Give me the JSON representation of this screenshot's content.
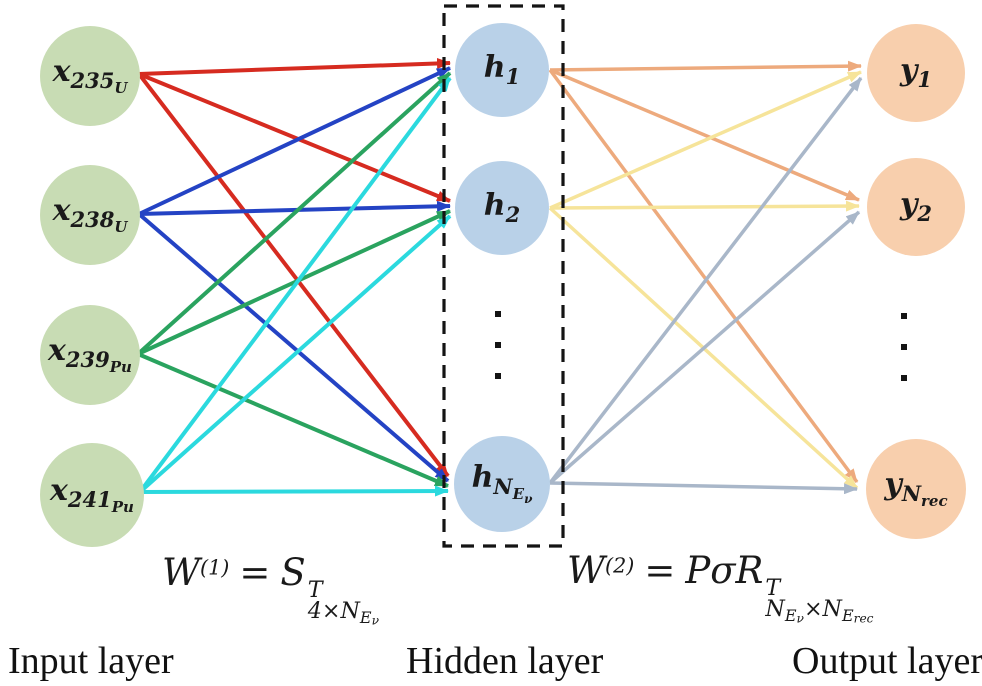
{
  "diagram": {
    "nodes": {
      "input": [
        {
          "base": "x",
          "sub": "235",
          "sub2": "U"
        },
        {
          "base": "x",
          "sub": "238",
          "sub2": "U"
        },
        {
          "base": "x",
          "sub": "239",
          "sub2": "Pu"
        },
        {
          "base": "x",
          "sub": "241",
          "sub2": "Pu"
        }
      ],
      "hidden": [
        {
          "base": "h",
          "sub": "1"
        },
        {
          "base": "h",
          "sub": "2"
        },
        {
          "base": "h",
          "sub": "N",
          "sub2": "E",
          "sub3": "ν"
        }
      ],
      "output": [
        {
          "base": "y",
          "sub": "1"
        },
        {
          "base": "y",
          "sub": "2"
        },
        {
          "base": "y",
          "sub": "N",
          "sub2": "rec"
        }
      ]
    },
    "formulas": {
      "w1": {
        "lhs": "W",
        "lhs_sup": "(1)",
        "eq": "=",
        "rhs": "S",
        "rhs_sup": "T",
        "sub1": "4×N",
        "sub2": "E",
        "sub3": "ν"
      },
      "w2": {
        "lhs": "W",
        "lhs_sup": "(2)",
        "eq": "=",
        "rhs": "PσR",
        "rhs_sup": "T",
        "sub1": "N",
        "sub2": "E",
        "sub3": "ν",
        "sub4": "×N",
        "sub5": "E",
        "sub6": "rec"
      }
    },
    "layer_labels": {
      "input": "Input layer",
      "hidden": "Hidden layer",
      "output": "Output layer"
    }
  },
  "colors": {
    "node_input_fill": "#c8dcb4",
    "node_hidden_fill": "#b9d1e8",
    "node_output_fill": "#f8cfad",
    "edge_x235": "#d62b20",
    "edge_x238": "#2443c4",
    "edge_x239": "#2aa35f",
    "edge_x241": "#2bd9de",
    "edge_h1": "#edaa7d",
    "edge_h2": "#f6e49a",
    "edge_hN": "#a9b7c9",
    "dashed_box_stroke": "#141414"
  }
}
